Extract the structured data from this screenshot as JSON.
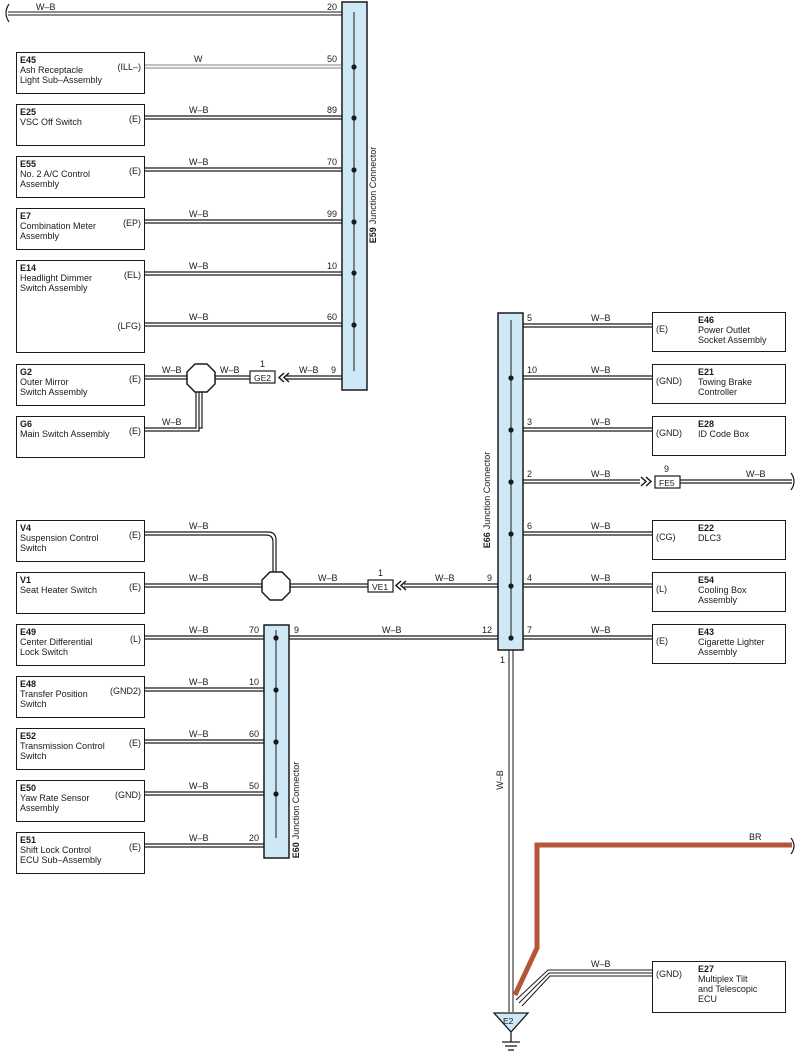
{
  "wire_colors": {
    "w_b": "W–B",
    "w": "W",
    "br": "BR"
  },
  "colors": {
    "connector_fill": "#cfe8f5",
    "wire_dark": "#1a1a1a",
    "br_wire": "#b5563a"
  },
  "connectors": {
    "e59": {
      "id": "E59",
      "name": "Junction Connector"
    },
    "e66": {
      "id": "E66",
      "name": "Junction Connector"
    },
    "e60": {
      "id": "E60",
      "name": "Junction Connector"
    },
    "ge2": "GE2",
    "ve1": "VE1",
    "fe5": "FE5",
    "e2": "E2"
  },
  "e59_pins": {
    "top": "20",
    "e45": "50",
    "e25": "89",
    "e55": "70",
    "e7": "99",
    "e14_el": "10",
    "e14_lfg": "60",
    "ge2": "9"
  },
  "e66_pins": {
    "e46": "5",
    "e21": "10",
    "e28": "3",
    "fe5": "2",
    "e22": "6",
    "e54": "4",
    "ve1": "9",
    "e43": "7",
    "e60": "12",
    "bottom": "1"
  },
  "e60_pins": {
    "e49": "70",
    "e66": "9",
    "e48": "10",
    "e52": "60",
    "e50": "50",
    "e51": "20"
  },
  "inline_pins": {
    "ge2": "1",
    "ve1": "1",
    "fe5": "9"
  },
  "components": {
    "e45": {
      "id": "E45",
      "name": "Ash Receptacle\nLight Sub–Assembly",
      "pin": "(ILL–)"
    },
    "e25": {
      "id": "E25",
      "name": "VSC Off Switch",
      "pin": "(E)"
    },
    "e55": {
      "id": "E55",
      "name": "No. 2 A/C Control\nAssembly",
      "pin": "(E)"
    },
    "e7": {
      "id": "E7",
      "name": "Combination Meter\nAssembly",
      "pin": "(EP)"
    },
    "e14": {
      "id": "E14",
      "name": "Headlight Dimmer\nSwitch Assembly",
      "pin_el": "(EL)",
      "pin_lfg": "(LFG)"
    },
    "g2": {
      "id": "G2",
      "name": "Outer Mirror\nSwitch Assembly",
      "pin": "(E)"
    },
    "g6": {
      "id": "G6",
      "name": "Main Switch Assembly",
      "pin": "(E)"
    },
    "v4": {
      "id": "V4",
      "name": "Suspension Control\nSwitch",
      "pin": "(E)"
    },
    "v1": {
      "id": "V1",
      "name": "Seat Heater Switch",
      "pin": "(E)"
    },
    "e49": {
      "id": "E49",
      "name": "Center Differential\nLock Switch",
      "pin": "(L)"
    },
    "e48": {
      "id": "E48",
      "name": "Transfer Position\nSwitch",
      "pin": "(GND2)"
    },
    "e52": {
      "id": "E52",
      "name": "Transmission Control\nSwitch",
      "pin": "(E)"
    },
    "e50": {
      "id": "E50",
      "name": "Yaw Rate Sensor\nAssembly",
      "pin": "(GND)"
    },
    "e51": {
      "id": "E51",
      "name": "Shift Lock Control\nECU Sub–Assembly",
      "pin": "(E)"
    },
    "e46": {
      "id": "E46",
      "name": "Power Outlet\nSocket Assembly",
      "pin": "(E)"
    },
    "e21": {
      "id": "E21",
      "name": "Towing Brake\nController",
      "pin": "(GND)"
    },
    "e28": {
      "id": "E28",
      "name": "ID Code Box",
      "pin": "(GND)"
    },
    "e22": {
      "id": "E22",
      "name": "DLC3",
      "pin": "(CG)"
    },
    "e54": {
      "id": "E54",
      "name": "Cooling Box\nAssembly",
      "pin": "(L)"
    },
    "e43": {
      "id": "E43",
      "name": "Cigarette Lighter\nAssembly",
      "pin": "(E)"
    },
    "e27": {
      "id": "E27",
      "name": "Multiplex Tilt\nand Telescopic\nECU",
      "pin": "(GND)"
    }
  }
}
